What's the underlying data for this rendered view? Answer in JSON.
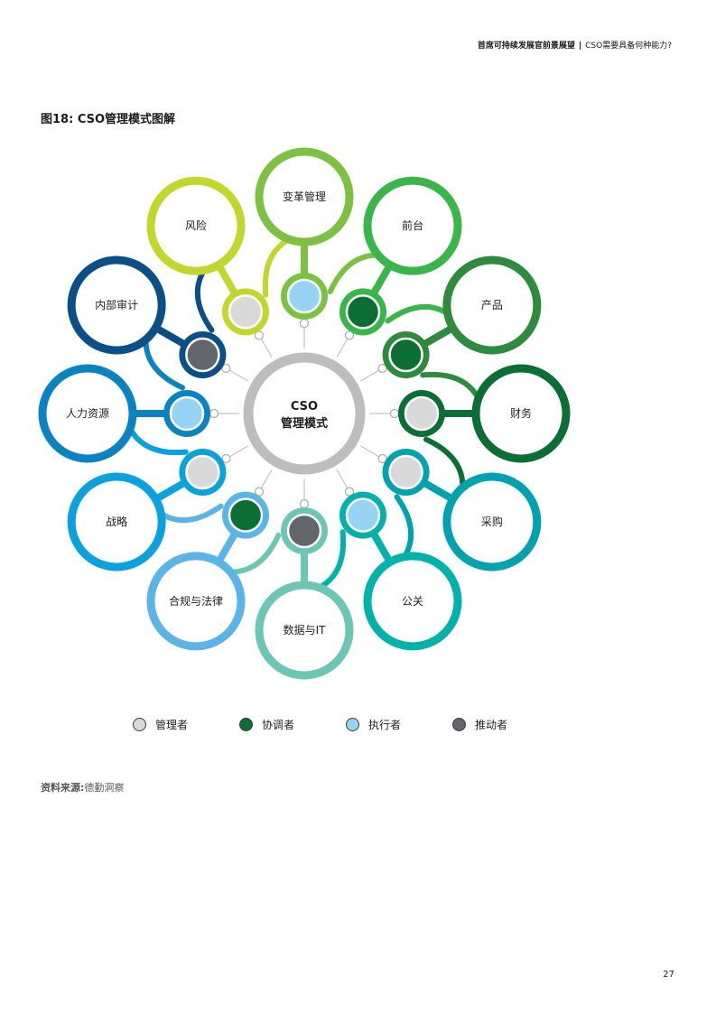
{
  "header": {
    "report_title": "首席可持续发展官前景展望",
    "separator": "|",
    "section_title": "CSO需要具备何种能力?"
  },
  "figure": {
    "title": "图18: CSO管理模式图解",
    "center": {
      "line1": "CSO",
      "line2": "管理模式"
    },
    "nodes": [
      {
        "label": "变革管理",
        "ring_color": "#7cc142",
        "role": "executor"
      },
      {
        "label": "前台",
        "ring_color": "#39b54a",
        "role": "coordinator"
      },
      {
        "label": "产品",
        "ring_color": "#2e8b3e",
        "role": "coordinator"
      },
      {
        "label": "财务",
        "ring_color": "#0b6e35",
        "role": "manager"
      },
      {
        "label": "采购",
        "ring_color": "#00a3ad",
        "role": "manager"
      },
      {
        "label": "公关",
        "ring_color": "#00b2a9",
        "role": "executor"
      },
      {
        "label": "数据与IT",
        "ring_color": "#6cc6b4",
        "role": "driver"
      },
      {
        "label": "合规与法律",
        "ring_color": "#5ab4e5",
        "role": "coordinator"
      },
      {
        "label": "战略",
        "ring_color": "#0aa1dc",
        "role": "manager"
      },
      {
        "label": "人力资源",
        "ring_color": "#0c83c1",
        "role": "executor"
      },
      {
        "label": "内部审计",
        "ring_color": "#0b4f87",
        "role": "driver"
      },
      {
        "label": "风险",
        "ring_color": "#c1d72e",
        "role": "manager"
      }
    ],
    "legend": [
      {
        "key": "manager",
        "label": "管理者",
        "color": "#d9d9d9"
      },
      {
        "key": "coordinator",
        "label": "协调者",
        "color": "#0b6e35"
      },
      {
        "key": "executor",
        "label": "执行者",
        "color": "#97d4f4"
      },
      {
        "key": "driver",
        "label": "推动者",
        "color": "#63666a"
      }
    ],
    "center_ring_color": "#bdbdbd",
    "connector_color": "#c4c4c4"
  },
  "source": {
    "label": "资料来源:",
    "text": "德勤洞察"
  },
  "page_number": "27"
}
